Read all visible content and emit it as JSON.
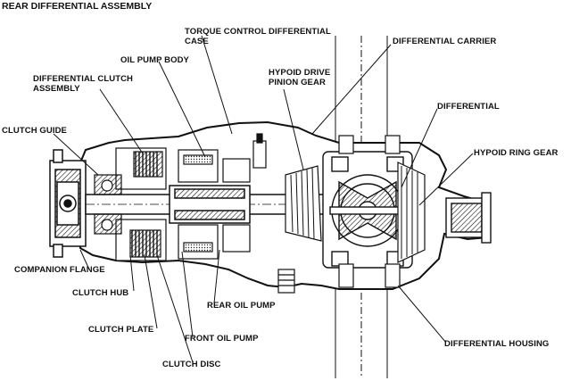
{
  "title": "REAR DIFFERENTIAL ASSEMBLY",
  "labels": {
    "torque_control_case_1": "TORQUE CONTROL DIFFERENTIAL",
    "torque_control_case_2": "CASE",
    "oil_pump_body": "OIL PUMP BODY",
    "diff_clutch_assy_1": "DIFFERENTIAL CLUTCH",
    "diff_clutch_assy_2": "ASSEMBLY",
    "hypoid_pinion_1": "HYPOID DRIVE",
    "hypoid_pinion_2": "PINION GEAR",
    "differential_carrier": "DIFFERENTIAL CARRIER",
    "differential": "DIFFERENTIAL",
    "clutch_guide": "CLUTCH GUIDE",
    "hypoid_ring_gear": "HYPOID RING GEAR",
    "companion_flange": "COMPANION FLANGE",
    "clutch_hub": "CLUTCH HUB",
    "rear_oil_pump": "REAR OIL PUMP",
    "clutch_plate": "CLUTCH PLATE",
    "front_oil_pump": "FRONT OIL PUMP",
    "clutch_disc": "CLUTCH DISC",
    "differential_housing": "DIFFERENTIAL HOUSING"
  },
  "colors": {
    "ink": "#111111",
    "paper": "#ffffff",
    "fill": "#e6e6e6"
  }
}
